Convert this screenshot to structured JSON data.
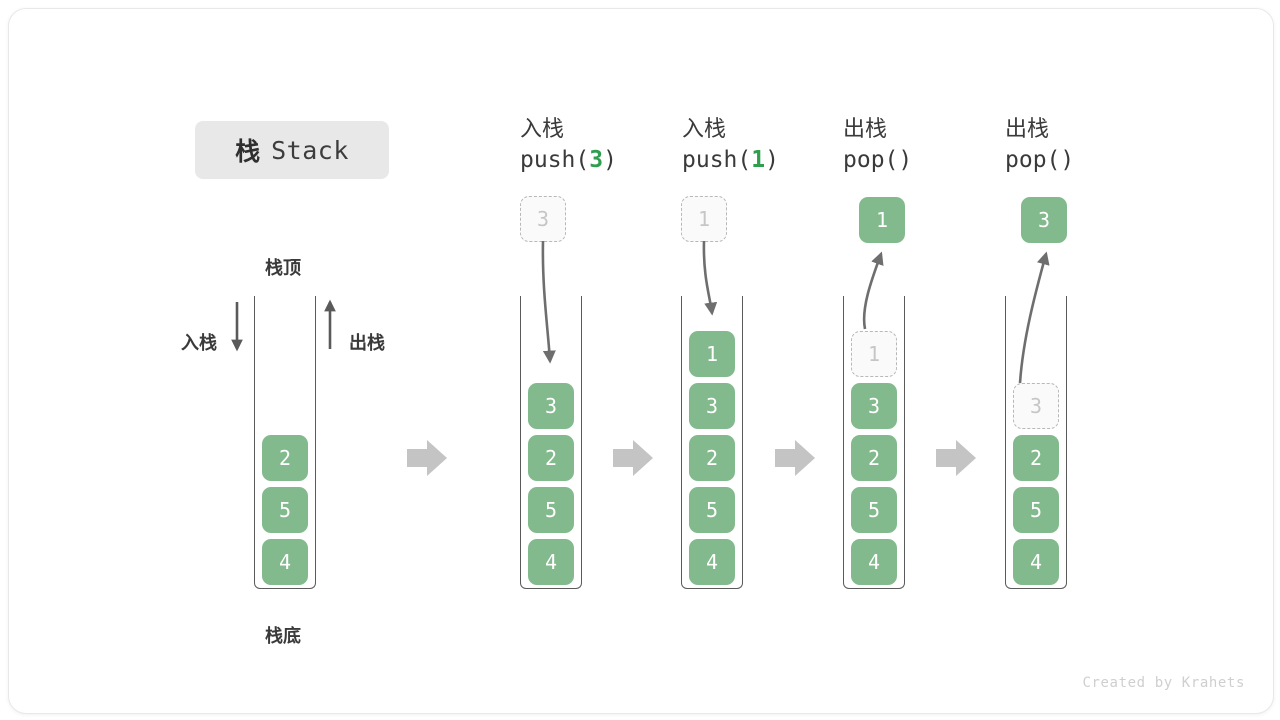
{
  "title": {
    "cn": "栈",
    "en": "Stack"
  },
  "labels": {
    "top": "栈顶",
    "bottom": "栈底",
    "push_side": "入栈",
    "pop_side": "出栈"
  },
  "footer": "Created by Krahets",
  "colors": {
    "cell_fill": "#82ba8e",
    "cell_text": "#ffffff",
    "ghost_fill": "#fafafa",
    "ghost_text": "#c6c6c6",
    "ghost_border": "#b8b8b8",
    "container_stroke": "#5a5a5a",
    "arrow_gray": "#c4c4c4",
    "curve_arrow": "#6e6e6e",
    "badge_bg": "#e8e8e8",
    "accent_green": "#2f9e4f",
    "text": "#3a3a3a"
  },
  "stacks": [
    {
      "id": "stack-initial",
      "header": null,
      "floating": null,
      "cells": [
        {
          "value": "2",
          "state": "filled"
        },
        {
          "value": "5",
          "state": "filled"
        },
        {
          "value": "4",
          "state": "filled"
        }
      ]
    },
    {
      "id": "stack-push-3",
      "header": {
        "line1": "入栈",
        "op": "push(",
        "arg": "3",
        "close": ")"
      },
      "floating": {
        "value": "3",
        "state": "ghost"
      },
      "cells": [
        {
          "value": "3",
          "state": "filled"
        },
        {
          "value": "2",
          "state": "filled"
        },
        {
          "value": "5",
          "state": "filled"
        },
        {
          "value": "4",
          "state": "filled"
        }
      ]
    },
    {
      "id": "stack-push-1",
      "header": {
        "line1": "入栈",
        "op": "push(",
        "arg": "1",
        "close": ")"
      },
      "floating": {
        "value": "1",
        "state": "ghost"
      },
      "cells": [
        {
          "value": "1",
          "state": "filled"
        },
        {
          "value": "3",
          "state": "filled"
        },
        {
          "value": "2",
          "state": "filled"
        },
        {
          "value": "5",
          "state": "filled"
        },
        {
          "value": "4",
          "state": "filled"
        }
      ]
    },
    {
      "id": "stack-pop-1",
      "header": {
        "line1": "出栈",
        "op": "pop(",
        "arg": "",
        "close": ")"
      },
      "floating": {
        "value": "1",
        "state": "filled"
      },
      "cells": [
        {
          "value": "1",
          "state": "ghost"
        },
        {
          "value": "3",
          "state": "filled"
        },
        {
          "value": "2",
          "state": "filled"
        },
        {
          "value": "5",
          "state": "filled"
        },
        {
          "value": "4",
          "state": "filled"
        }
      ]
    },
    {
      "id": "stack-pop-3",
      "header": {
        "line1": "出栈",
        "op": "pop(",
        "arg": "",
        "close": ")"
      },
      "floating": {
        "value": "3",
        "state": "filled"
      },
      "cells": [
        {
          "value": "3",
          "state": "ghost"
        },
        {
          "value": "2",
          "state": "filled"
        },
        {
          "value": "5",
          "state": "filled"
        },
        {
          "value": "4",
          "state": "filled"
        }
      ]
    }
  ]
}
